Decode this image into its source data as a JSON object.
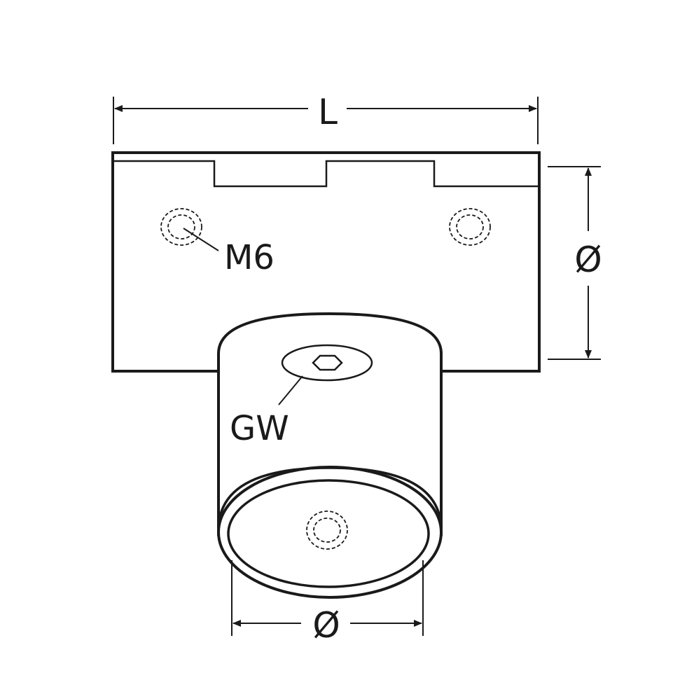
{
  "labels": {
    "length": "L",
    "top_diameter": "Ø",
    "thread": "M6",
    "grub_screw": "GW",
    "bottom_diameter": "Ø"
  },
  "colors": {
    "line": "#1a1a1a",
    "background": "#ffffff"
  }
}
